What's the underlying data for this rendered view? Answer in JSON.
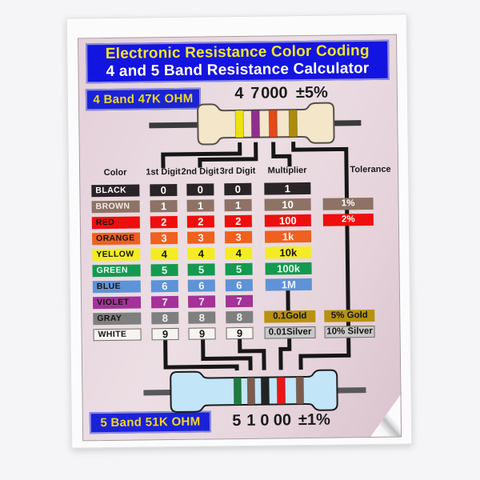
{
  "header": {
    "line1": "Electronic Resistance Color Coding",
    "line2": "4 and 5 Band Resistance Calculator"
  },
  "resistor4": {
    "label": "4 Band 47K OHM",
    "value_parts": [
      "4",
      "7",
      "000",
      "±5%"
    ],
    "body_color": "#f3e6c9",
    "body_stroke": "#56504a",
    "lead_color": "#3a3a3a",
    "bands": [
      {
        "name": "yellow",
        "color": "#eee112"
      },
      {
        "name": "violet",
        "color": "#8f2e90"
      },
      {
        "name": "orange",
        "color": "#e2491b"
      },
      {
        "name": "gold",
        "color": "#ad8b0d"
      }
    ]
  },
  "resistor5": {
    "label": "5 Band 51K OHM",
    "value_parts": [
      "5",
      "1",
      "0",
      "00",
      "±1%"
    ],
    "body_color": "#c2e5f8",
    "body_stroke": "#1c1c1c",
    "lead_color": "#58585a",
    "bands": [
      {
        "name": "green",
        "color": "#1e7b3d"
      },
      {
        "name": "brown",
        "color": "#7d5c4e"
      },
      {
        "name": "black",
        "color": "#232323"
      },
      {
        "name": "red",
        "color": "#e81616"
      },
      {
        "name": "brown",
        "color": "#7d5c4e"
      }
    ]
  },
  "table": {
    "headers": {
      "color": "Color",
      "digit1": "1st Digit",
      "digit2": "2nd Digit",
      "digit3": "3rd Digit",
      "multiplier": "Multiplier",
      "tolerance": "Tolerance"
    },
    "rows": [
      {
        "name": "BLACK",
        "bg": "#2a2427",
        "name_fg": "#ffffff",
        "digit_fg": "#ffffff",
        "d1": "0",
        "d2": "0",
        "d3": "0",
        "mult": "1",
        "mult_bg": "#2a2427",
        "mult_fg": "#ffffff"
      },
      {
        "name": "BROWN",
        "bg": "#8d7265",
        "name_fg": "#efe9e6",
        "digit_fg": "#ffffff",
        "d1": "1",
        "d2": "1",
        "d3": "1",
        "mult": "10",
        "mult_bg": "#8d7265",
        "mult_fg": "#ffffff",
        "tol": "1%",
        "tol_bg": "#8d7265",
        "tol_fg": "#ffffff"
      },
      {
        "name": "RED",
        "bg": "#ef0e0e",
        "name_fg": "#161616",
        "digit_fg": "#ffffff",
        "d1": "2",
        "d2": "2",
        "d3": "2",
        "mult": "100",
        "mult_bg": "#ef0e0e",
        "mult_fg": "#ffffff",
        "tol": "2%",
        "tol_bg": "#ef0e0e",
        "tol_fg": "#ffffff"
      },
      {
        "name": "ORANGE",
        "bg": "#f0601e",
        "name_fg": "#161616",
        "digit_fg": "#fbf7f3",
        "d1": "3",
        "d2": "3",
        "d3": "3",
        "mult": "1k",
        "mult_bg": "#f0601e",
        "mult_fg": "#fbf7f3"
      },
      {
        "name": "YELLOW",
        "bg": "#f3ec25",
        "name_fg": "#161616",
        "digit_fg": "#161616",
        "d1": "4",
        "d2": "4",
        "d3": "4",
        "mult": "10k",
        "mult_bg": "#f3ec25",
        "mult_fg": "#161616"
      },
      {
        "name": "GREEN",
        "bg": "#139a50",
        "name_fg": "#eef7f0",
        "digit_fg": "#e8f5ec",
        "d1": "5",
        "d2": "5",
        "d3": "5",
        "mult": "100k",
        "mult_bg": "#139a50",
        "mult_fg": "#e8f5ec"
      },
      {
        "name": "BLUE",
        "bg": "#5e93d7",
        "name_fg": "#161616",
        "digit_fg": "#eef3fb",
        "d1": "6",
        "d2": "6",
        "d3": "6",
        "mult": "1M",
        "mult_bg": "#5e93d7",
        "mult_fg": "#eef3fb"
      },
      {
        "name": "VIOLET",
        "bg": "#a43298",
        "name_fg": "#161616",
        "digit_fg": "#f5eaf4",
        "d1": "7",
        "d2": "7",
        "d3": "7"
      },
      {
        "name": "GRAY",
        "bg": "#7f7f7f",
        "name_fg": "#161616",
        "digit_fg": "#f2f2f2",
        "d1": "8",
        "d2": "8",
        "d3": "8",
        "mult": "0.1Gold",
        "mult_bg": "#b8920e",
        "mult_fg": "#161616",
        "tol": "5% Gold",
        "tol_bg": "#b8920e",
        "tol_fg": "#161616"
      },
      {
        "name": "WHITE",
        "bg": "#f6f3f1",
        "name_fg": "#161616",
        "digit_fg": "#161616",
        "d1": "9",
        "d2": "9",
        "d3": "9",
        "mult": "0.01Silver",
        "mult_bg": "#c8c8c8",
        "mult_fg": "#161616",
        "tol": "10% Silver",
        "tol_bg": "#c8c8c8",
        "tol_fg": "#161616"
      }
    ]
  },
  "colors": {
    "connector": "#161616",
    "panel_pink": "#e6d2da",
    "header_blue": "#1414e0",
    "badge_blue": "#1a22d8",
    "title_yellow": "#f2e42c"
  }
}
